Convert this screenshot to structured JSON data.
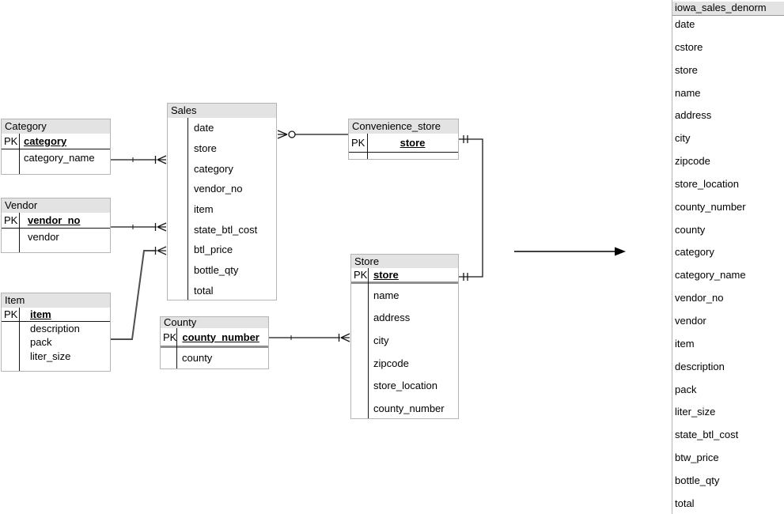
{
  "entities": {
    "category": {
      "title": "Category",
      "pk_label": "PK",
      "fields": [
        {
          "name": "category",
          "pk": true
        },
        {
          "name": "category_name",
          "pk": false
        }
      ]
    },
    "vendor": {
      "title": "Vendor",
      "pk_label": "PK",
      "fields": [
        {
          "name": "vendor_no",
          "pk": true
        },
        {
          "name": "vendor",
          "pk": false
        }
      ]
    },
    "item": {
      "title": "Item",
      "pk_label": "PK",
      "fields": [
        {
          "name": "item",
          "pk": true
        },
        {
          "name": "description",
          "pk": false
        },
        {
          "name": "pack",
          "pk": false
        },
        {
          "name": "liter_size",
          "pk": false
        }
      ]
    },
    "sales": {
      "title": "Sales",
      "pk_label": "",
      "fields": [
        {
          "name": "date",
          "pk": false
        },
        {
          "name": "store",
          "pk": false
        },
        {
          "name": "category",
          "pk": false
        },
        {
          "name": "vendor_no",
          "pk": false
        },
        {
          "name": "item",
          "pk": false
        },
        {
          "name": "state_btl_cost",
          "pk": false
        },
        {
          "name": "btl_price",
          "pk": false
        },
        {
          "name": "bottle_qty",
          "pk": false
        },
        {
          "name": "total",
          "pk": false
        }
      ]
    },
    "convenience_store": {
      "title": "Convenience_store",
      "pk_label": "PK",
      "fields": [
        {
          "name": "store",
          "pk": true
        }
      ]
    },
    "store": {
      "title": "Store",
      "pk_label": "PK",
      "fields": [
        {
          "name": "store",
          "pk": true
        },
        {
          "name": "name",
          "pk": false
        },
        {
          "name": "address",
          "pk": false
        },
        {
          "name": "city",
          "pk": false
        },
        {
          "name": "zipcode",
          "pk": false
        },
        {
          "name": "store_location",
          "pk": false
        },
        {
          "name": "county_number",
          "pk": false
        }
      ]
    },
    "county": {
      "title": "County",
      "pk_label": "PK",
      "fields": [
        {
          "name": "county_number",
          "pk": true
        },
        {
          "name": "county",
          "pk": false
        }
      ]
    }
  },
  "denorm": {
    "title": "iowa_sales_denorm",
    "fields": [
      "date",
      "cstore",
      "store",
      "name",
      "address",
      "city",
      "zipcode",
      "store_location",
      "county_number",
      "county",
      "category",
      "category_name",
      "vendor_no",
      "vendor",
      "item",
      "description",
      "pack",
      "liter_size",
      "state_btl_cost",
      "btw_price",
      "bottle_qty",
      "total"
    ]
  },
  "relationships": [
    {
      "from": "Category",
      "to": "Sales",
      "to_end": "one-or-many"
    },
    {
      "from": "Vendor",
      "to": "Sales",
      "to_end": "one-or-many"
    },
    {
      "from": "Item",
      "to": "Sales",
      "to_end": "one-or-many"
    },
    {
      "from": "Sales",
      "to": "Convenience_store",
      "from_end": "zero-or-many"
    },
    {
      "from": "Convenience_store",
      "to": "Store",
      "from_end": "one-and-only-one",
      "to_end": "one-and-only-one"
    },
    {
      "from": "County",
      "to": "Store",
      "to_end": "one-or-many"
    },
    {
      "type": "arrow",
      "from": "diagram",
      "to": "iowa_sales_denorm"
    }
  ],
  "colors": {
    "header_bg": "#e3e3e3",
    "table_border": "#b5b5b5",
    "line": "#161616"
  }
}
